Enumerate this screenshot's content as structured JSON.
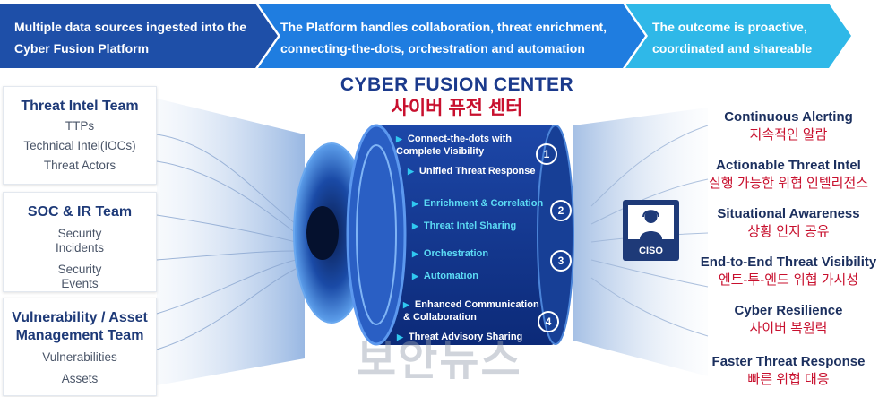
{
  "banner": {
    "step1": "Multiple data sources ingested into the Cyber Fusion Platform",
    "step2": "The Platform handles collaboration, threat enrichment, connecting-the-dots, orchestration and automation",
    "step3": "The outcome is proactive, coordinated and shareable",
    "colors": [
      "#1e4fa8",
      "#1f7de0",
      "#2fb8e8"
    ]
  },
  "sources": [
    {
      "title": "Threat Intel Team",
      "items": [
        "TTPs",
        "Technical Intel(IOCs)",
        "Threat Actors"
      ]
    },
    {
      "title": "SOC & IR Team",
      "items": [
        "Security",
        "Incidents",
        "Security",
        "Events"
      ]
    },
    {
      "title": "Vulnerability / Asset Management Team",
      "items": [
        "Vulnerabilities",
        "Assets"
      ]
    }
  ],
  "center": {
    "title_en": "CYBER FUSION CENTER",
    "title_ko": "사이버 퓨전 센터",
    "steps": [
      "Connect-the-dots with Complete Visibility",
      "Unified Threat Response",
      "Enrichment & Correlation",
      "Threat Intel Sharing",
      "Orchestration",
      "Automation",
      "Enhanced Communication & Collaboration",
      "Threat Advisory Sharing"
    ],
    "numbers": [
      "1",
      "2",
      "3",
      "4"
    ]
  },
  "ciso": {
    "label": "CISO"
  },
  "outcomes": [
    {
      "en": "Continuous Alerting",
      "ko": "지속적인 알람"
    },
    {
      "en": "Actionable Threat Intel",
      "ko": "실행 가능한 위협 인텔리전스"
    },
    {
      "en": "Situational Awareness",
      "ko": "상황 인지 공유"
    },
    {
      "en": "End-to-End Threat Visibility",
      "ko": "엔트-투-엔드 위협 가시성"
    },
    {
      "en": "Cyber Resilience",
      "ko": "사이버 복원력"
    },
    {
      "en": "Faster Threat Response",
      "ko": "빠른 위협 대응"
    }
  ],
  "watermark": "보안뉴스"
}
